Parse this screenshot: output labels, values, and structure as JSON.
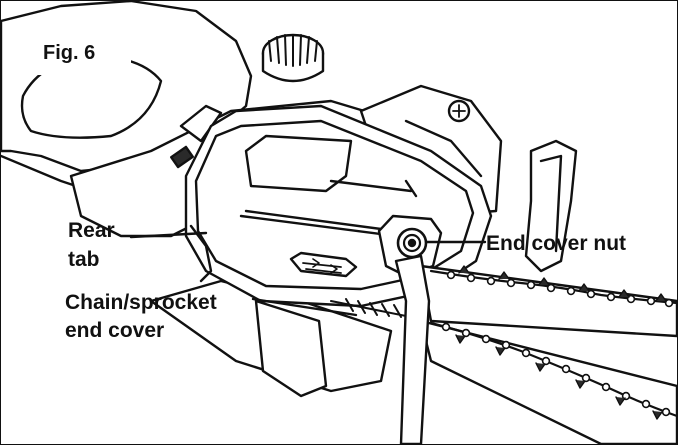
{
  "figure": {
    "label": "Fig. 6"
  },
  "callouts": {
    "rear_tab": [
      "Rear",
      "tab"
    ],
    "end_cover": [
      "Chain/sprocket",
      "end cover"
    ],
    "nut": "End cover nut"
  },
  "colors": {
    "line": "#111111",
    "fill": "#ffffff",
    "shade": "#e6e6e6",
    "dark": "#2a2a2a"
  }
}
